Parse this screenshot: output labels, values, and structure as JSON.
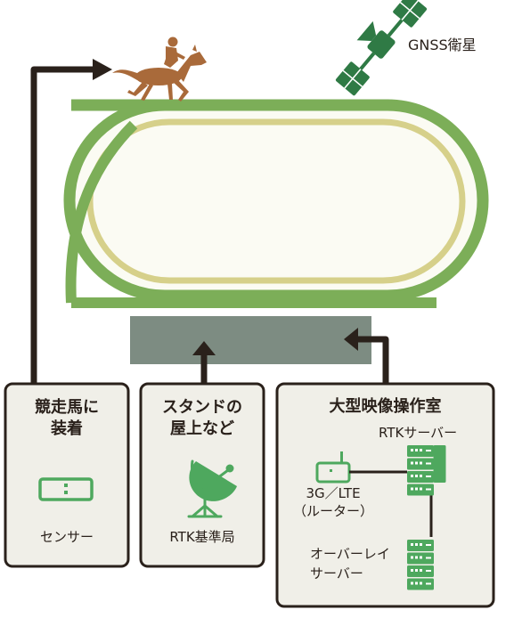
{
  "colors": {
    "track_outer": "#7cae58",
    "track_inner": "#d6d08a",
    "infield": "#fbfbf3",
    "stand": "#7d8c82",
    "arrow": "#2a211b",
    "horse": "#a96a3a",
    "satellite": "#2f7a45",
    "equipment": "#4ea85e",
    "box_bg": "#f0efe8"
  },
  "satellite": {
    "label": "GNSS衛星",
    "icon": "satellite-icon"
  },
  "horse": {
    "icon": "racehorse-jockey-icon"
  },
  "boxes": {
    "racehorse": {
      "title": "競走馬に\n装着",
      "device_label": "センサー",
      "device_icon": "sensor-tag-icon"
    },
    "stand": {
      "title": "スタンドの\n屋上など",
      "device_label": "RTK基準局",
      "device_icon": "dish-antenna-icon"
    },
    "control": {
      "title": "大型映像操作室",
      "rtk_server_label": "RTKサーバー",
      "router_label": "3G／LTE\n（ルーター）",
      "overlay_server_label": "オーバーレイ\nサーバー",
      "server_icon": "server-rack-icon",
      "router_icon": "router-icon"
    }
  }
}
